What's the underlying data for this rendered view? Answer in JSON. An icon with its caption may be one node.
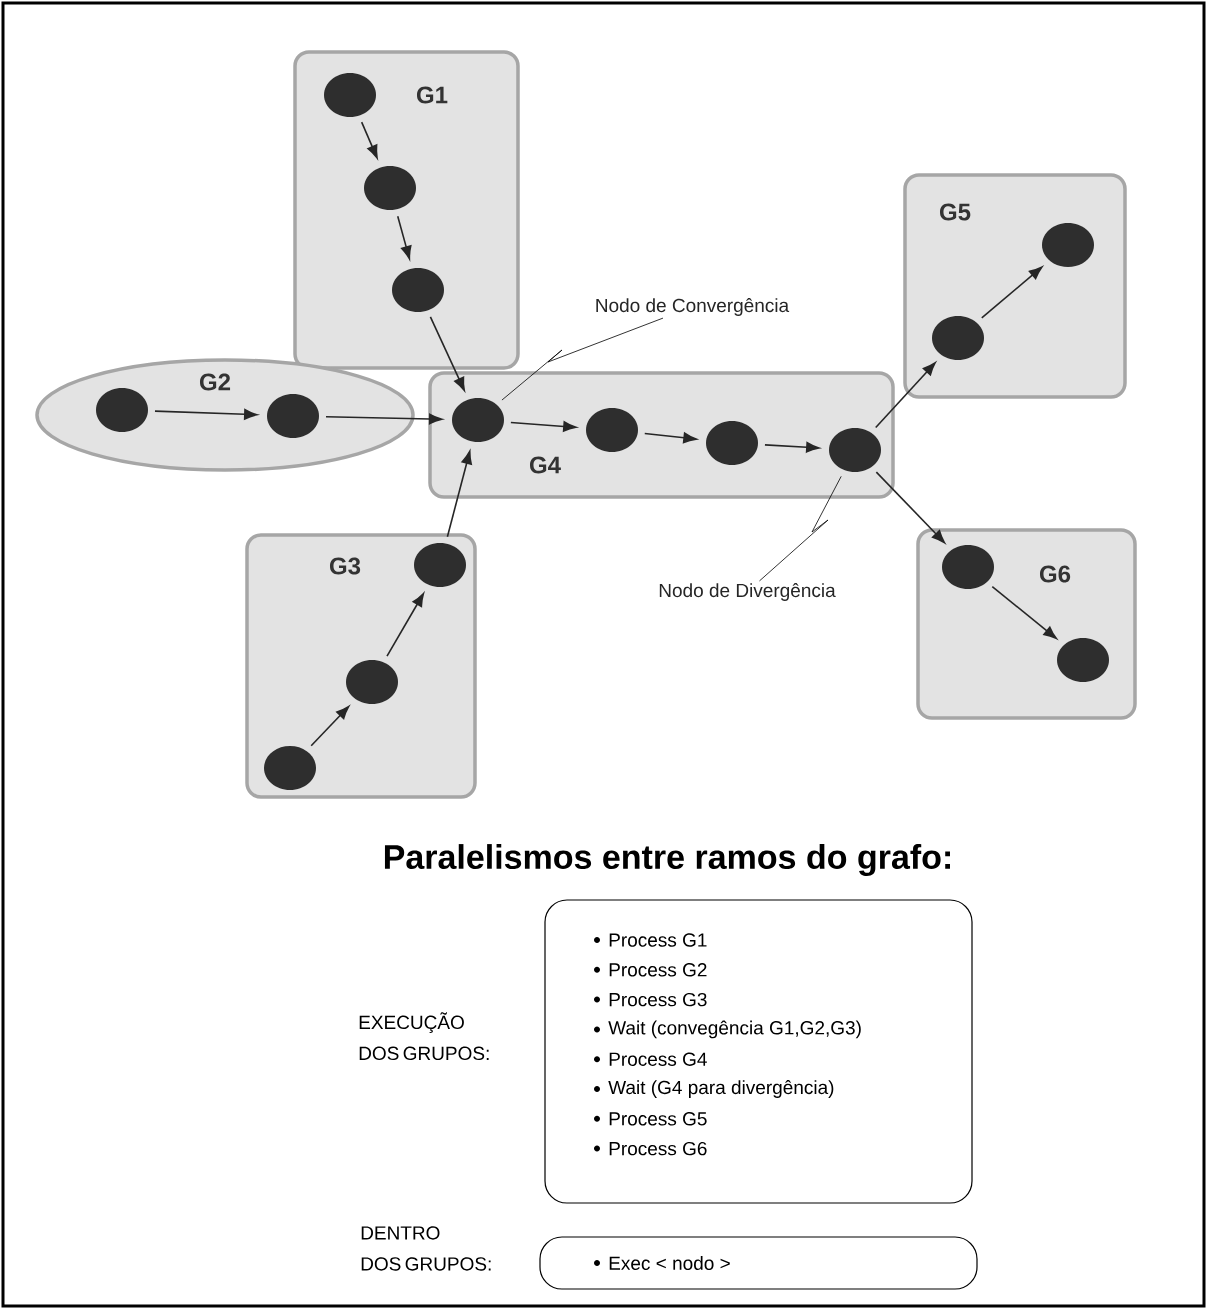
{
  "diagram": {
    "title": "Paralelismos entre ramos do grafo:",
    "nodes": [
      {
        "text": [
          "G1"
        ]
      },
      {
        "text": [],
        "shape": "circle",
        "in": 0
      },
      {
        "text": [],
        "shape": "circle",
        "in": 0
      },
      {
        "text": [],
        "shape": "circle",
        "in": 0
      },
      {
        "text": [
          "G2"
        ]
      },
      {
        "text": [],
        "shape": "circle",
        "in": 4
      },
      {
        "text": [],
        "shape": "circle",
        "in": 4
      },
      {
        "text": [
          "G4"
        ]
      },
      {
        "text": [],
        "shape": "circle",
        "in": 7
      },
      {
        "text": [],
        "shape": "circle",
        "in": 7
      },
      {
        "text": [],
        "shape": "circle",
        "in": 7
      },
      {
        "text": [],
        "shape": "circle",
        "in": 7
      },
      {
        "text": [
          "G3"
        ]
      },
      {
        "text": [],
        "shape": "circle",
        "in": 12
      },
      {
        "text": [],
        "shape": "circle",
        "in": 12
      },
      {
        "text": [],
        "shape": "circle",
        "in": 12
      },
      {
        "text": [
          "G5"
        ]
      },
      {
        "text": [],
        "shape": "circle",
        "in": 16
      },
      {
        "text": [],
        "shape": "circle",
        "in": 16
      },
      {
        "text": [
          "G6"
        ]
      },
      {
        "text": [],
        "shape": "circle",
        "in": 19
      },
      {
        "text": [],
        "shape": "circle",
        "in": 19
      },
      {
        "text": [
          "Nodo de Convergência"
        ]
      },
      {
        "text": [
          "Nodo de Divergência"
        ]
      },
      {
        "text": [
          "Process G1",
          "Process G2",
          "Process G3",
          "Wait (convegência G1,G2,G3)",
          "Process G4",
          "Wait (G4 para divergência)",
          "Process G5",
          "Process G6"
        ],
        "beside": [
          "EXECUÇÃO DOS GRUPOS:"
        ]
      },
      {
        "text": [
          "Exec < nodo >"
        ],
        "beside": [
          "DENTRO DOS GRUPOS:"
        ]
      }
    ],
    "edges": [
      {
        "from": 1,
        "to": 2,
        "arrow": "to"
      },
      {
        "from": 2,
        "to": 3,
        "arrow": "to"
      },
      {
        "from": 3,
        "to": 8,
        "arrow": "to"
      },
      {
        "from": 5,
        "to": 6,
        "arrow": "to"
      },
      {
        "from": 6,
        "to": 8,
        "arrow": "to"
      },
      {
        "from": 15,
        "to": 14,
        "arrow": "to"
      },
      {
        "from": 14,
        "to": 13,
        "arrow": "to"
      },
      {
        "from": 13,
        "to": 8,
        "arrow": "to"
      },
      {
        "from": 8,
        "to": 9,
        "arrow": "to"
      },
      {
        "from": 9,
        "to": 10,
        "arrow": "to"
      },
      {
        "from": 10,
        "to": 11,
        "arrow": "to"
      },
      {
        "from": 11,
        "to": 18,
        "arrow": "to"
      },
      {
        "from": 18,
        "to": 17,
        "arrow": "to"
      },
      {
        "from": 11,
        "to": 20,
        "arrow": "to"
      },
      {
        "from": 20,
        "to": 21,
        "arrow": "to"
      },
      {
        "from": 22,
        "to": 8,
        "arrow": "none"
      },
      {
        "from": 23,
        "to": 11,
        "arrow": "none"
      }
    ]
  }
}
